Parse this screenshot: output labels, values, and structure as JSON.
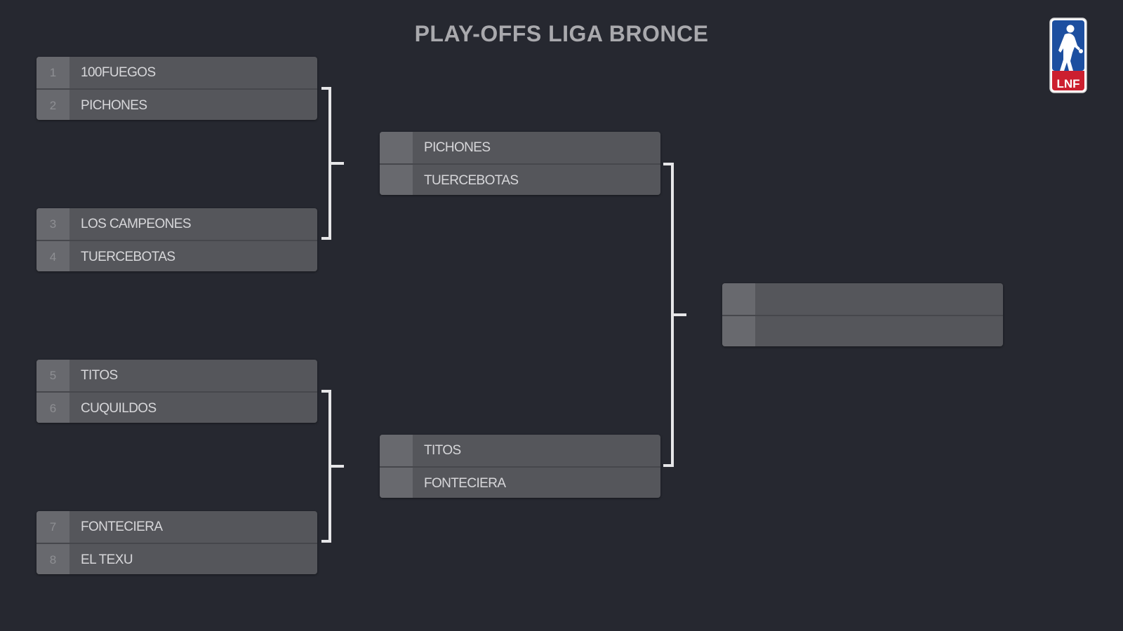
{
  "title": "PLAY-OFFS LIGA BRONCE",
  "logo": {
    "icon": "lnf-league-logo",
    "text": "LNF"
  },
  "rounds": [
    {
      "matches": [
        {
          "teams": [
            {
              "seed": "1",
              "name": "100FUEGOS"
            },
            {
              "seed": "2",
              "name": "PICHONES"
            }
          ]
        },
        {
          "teams": [
            {
              "seed": "3",
              "name": "LOS CAMPEONES"
            },
            {
              "seed": "4",
              "name": "TUERCEBOTAS"
            }
          ]
        },
        {
          "teams": [
            {
              "seed": "5",
              "name": "TITOS"
            },
            {
              "seed": "6",
              "name": "CUQUILDOS"
            }
          ]
        },
        {
          "teams": [
            {
              "seed": "7",
              "name": "FONTECIERA"
            },
            {
              "seed": "8",
              "name": "EL TEXU"
            }
          ]
        }
      ]
    },
    {
      "matches": [
        {
          "teams": [
            {
              "seed": "",
              "name": "PICHONES"
            },
            {
              "seed": "",
              "name": "TUERCEBOTAS"
            }
          ]
        },
        {
          "teams": [
            {
              "seed": "",
              "name": "TITOS"
            },
            {
              "seed": "",
              "name": "FONTECIERA"
            }
          ]
        }
      ]
    },
    {
      "matches": [
        {
          "teams": [
            {
              "seed": "",
              "name": ""
            },
            {
              "seed": "",
              "name": ""
            }
          ]
        }
      ]
    }
  ],
  "colors": {
    "background": "#262830",
    "box": "#55565b",
    "seed_box": "#68696e",
    "connector": "#e6e6e8",
    "logo_blue": "#1d4fa0",
    "logo_red": "#cc1f2f"
  }
}
